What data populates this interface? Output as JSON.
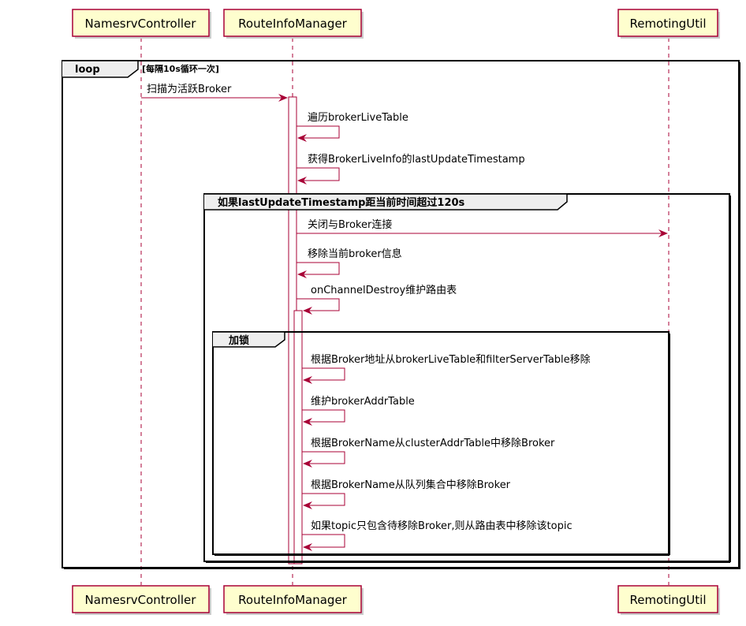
{
  "participants": [
    {
      "id": "p1",
      "label": "NamesrvController"
    },
    {
      "id": "p2",
      "label": "RouteInfoManager"
    },
    {
      "id": "p3",
      "label": "RemotingUtil"
    }
  ],
  "fragments": {
    "loop": {
      "tag": "loop",
      "guard": "[每隔10s循环一次]"
    },
    "condition": {
      "tag": "如果lastUpdateTimestamp距当前时间超过120s"
    },
    "lock": {
      "tag": "加锁"
    }
  },
  "messages": [
    {
      "id": "m1",
      "label": "扫描为活跃Broker"
    },
    {
      "id": "m2",
      "label": "遍历brokerLiveTable"
    },
    {
      "id": "m3",
      "label": "获得BrokerLiveInfo的lastUpdateTimestamp"
    },
    {
      "id": "m4",
      "label": "关闭与Broker连接"
    },
    {
      "id": "m5",
      "label": "移除当前broker信息"
    },
    {
      "id": "m6",
      "label": "onChannelDestroy维护路由表"
    },
    {
      "id": "m7",
      "label": "根据Broker地址从brokerLiveTable和filterServerTable移除"
    },
    {
      "id": "m8",
      "label": "维护brokerAddrTable"
    },
    {
      "id": "m9",
      "label": "根据BrokerName从clusterAddrTable中移除Broker"
    },
    {
      "id": "m10",
      "label": "根据BrokerName从队列集合中移除Broker"
    },
    {
      "id": "m11",
      "label": "如果topic只包含待移除Broker,则从路由表中移除该topic"
    }
  ],
  "colors": {
    "participant_fill": "#FEFECE",
    "participant_border": "#A80036",
    "arrow": "#A80036",
    "frame": "#000000",
    "text": "#000000"
  }
}
